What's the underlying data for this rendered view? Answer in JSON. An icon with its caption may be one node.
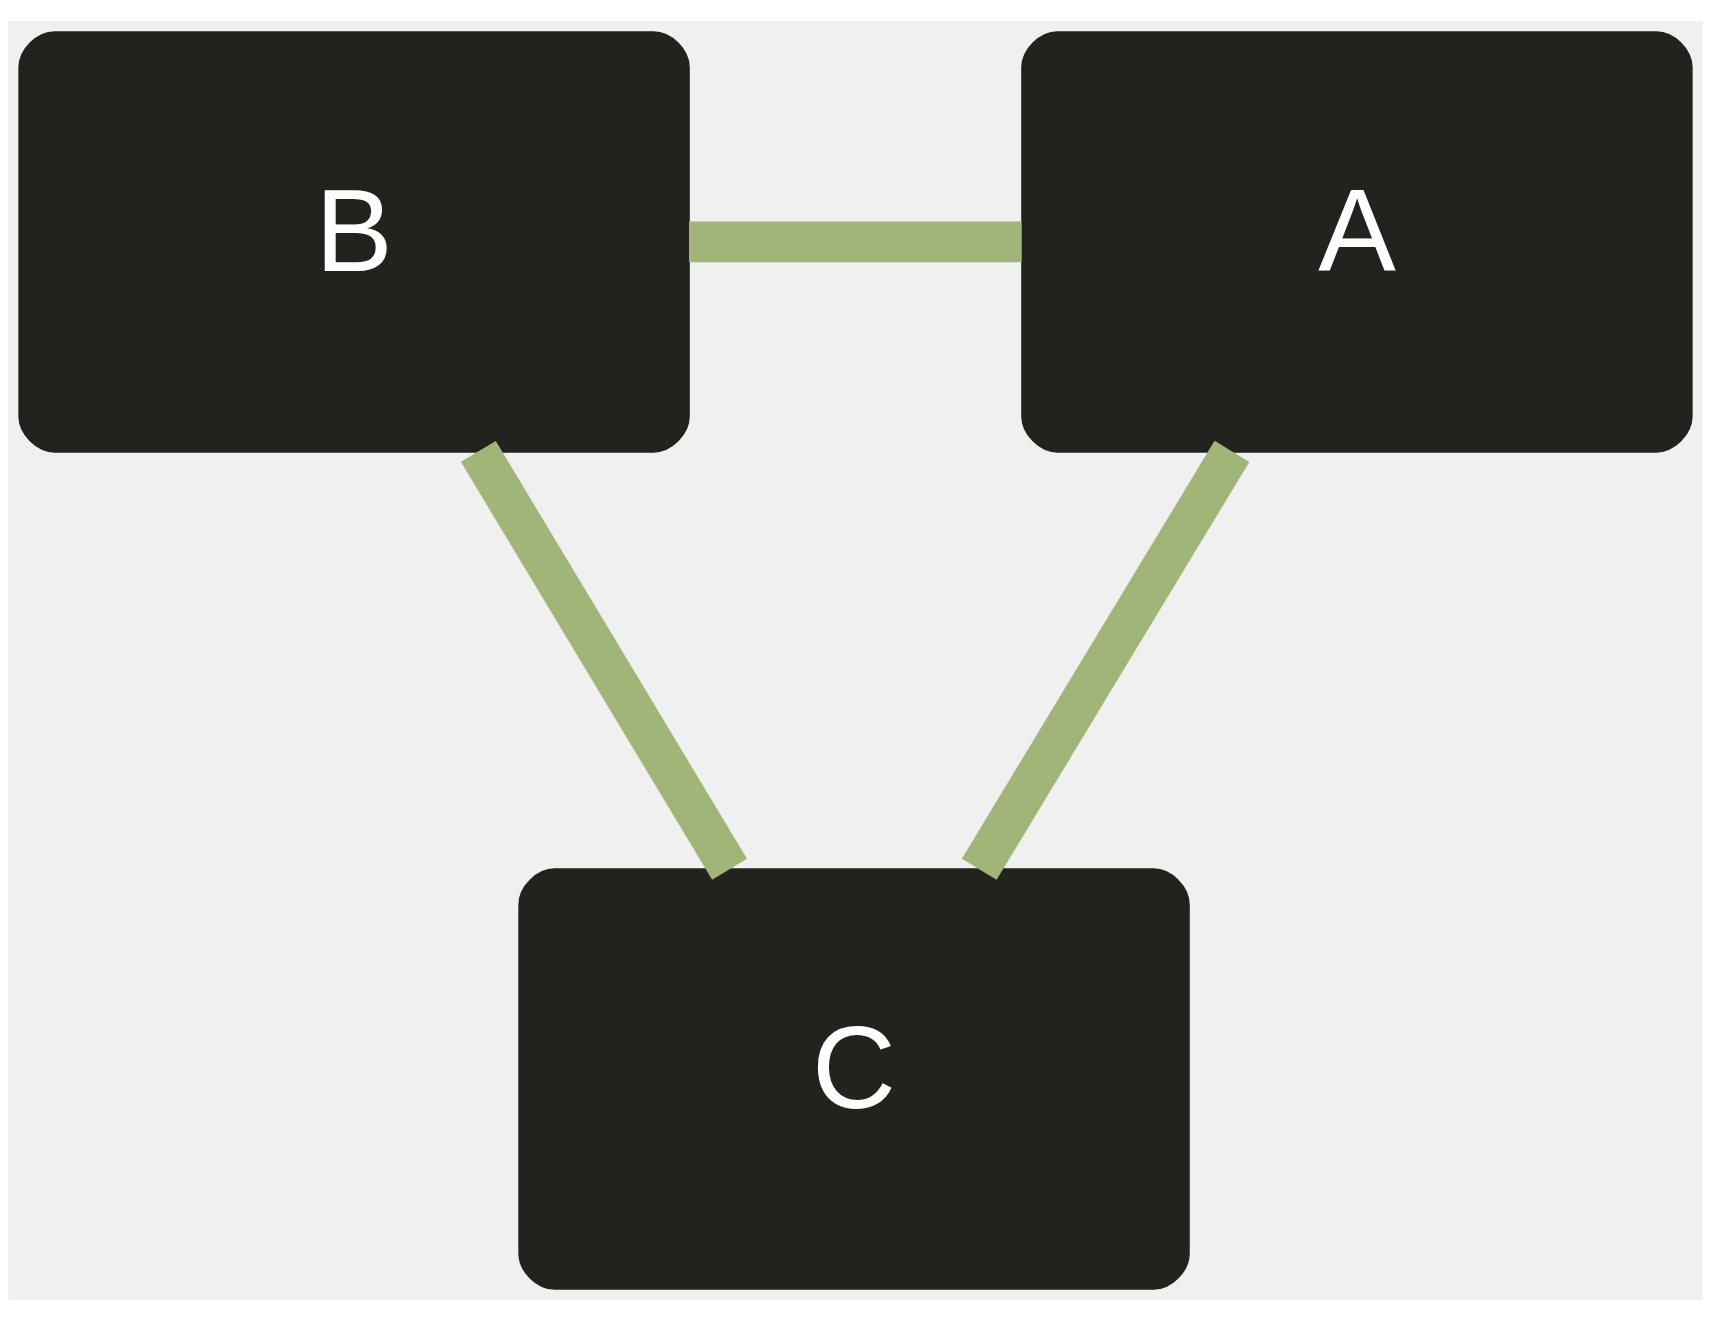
{
  "diagram": {
    "nodes": [
      {
        "text": [
          "B"
        ]
      },
      {
        "text": [
          "A"
        ]
      },
      {
        "text": [
          "C"
        ]
      }
    ],
    "edges": [
      {
        "from": 0,
        "to": 1,
        "arrow": "none"
      },
      {
        "from": 0,
        "to": 2,
        "arrow": "none"
      },
      {
        "from": 1,
        "to": 2,
        "arrow": "none"
      }
    ]
  }
}
